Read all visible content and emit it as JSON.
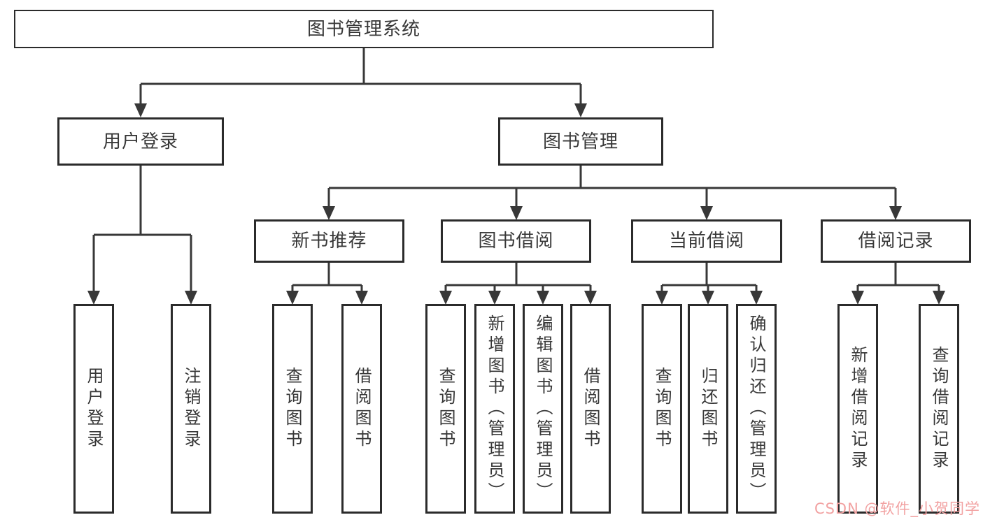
{
  "diagram": {
    "title": "图书管理系统",
    "level2": {
      "user_login": "用户登录",
      "book_mgmt": "图书管理"
    },
    "level3": {
      "new_books": "新书推荐",
      "borrowing": "图书借阅",
      "current": "当前借阅",
      "records": "借阅记录"
    },
    "leaves": {
      "user_login": [
        "用户登录",
        "注销登录"
      ],
      "new_books": [
        "查询图书",
        "借阅图书"
      ],
      "borrowing": [
        "查询图书",
        "新增图书（管理员）",
        "编辑图书（管理员）",
        "借阅图书"
      ],
      "current": [
        "查询图书",
        "归还图书",
        "确认归还（管理员）"
      ],
      "records": [
        "新增借阅记录",
        "查询借阅记录"
      ]
    }
  },
  "watermark": {
    "text": "CSDN @软件_小贺同学"
  },
  "colors": {
    "line": "#383838",
    "box_border": "#2b2b2b",
    "text": "#383838",
    "watermark": "#f2a2a2",
    "background": "#ffffff"
  }
}
